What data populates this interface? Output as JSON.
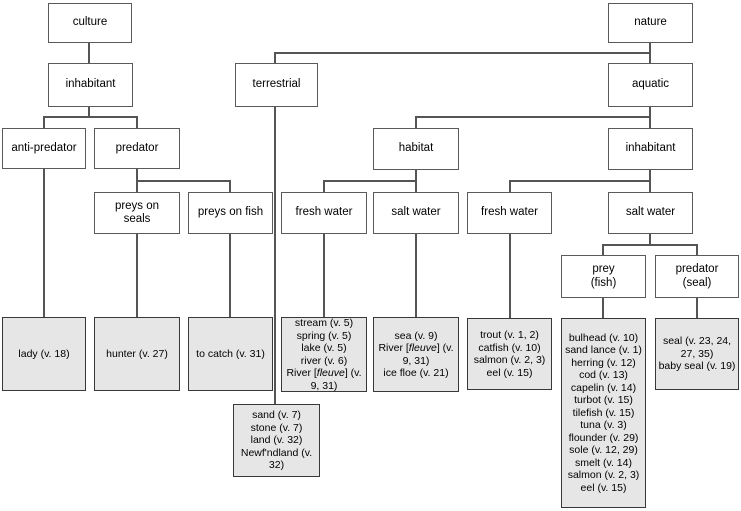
{
  "colors": {
    "background": "#ffffff",
    "node_fill": "#ffffff",
    "node_border": "#5a5a5a",
    "leaf_fill": "#e6e6e6",
    "leaf_border": "#383838",
    "line": "#555555",
    "text": "#000000"
  },
  "nodes": {
    "culture": {
      "label": "culture"
    },
    "nature": {
      "label": "nature"
    },
    "inhabitant_culture": {
      "label": "inhabitant"
    },
    "terrestrial": {
      "label": "terrestrial"
    },
    "aquatic": {
      "label": "aquatic"
    },
    "anti_predator": {
      "label": "anti-predator"
    },
    "predator": {
      "label": "predator"
    },
    "habitat": {
      "label": "habitat"
    },
    "inhabitant_aquatic": {
      "label": "inhabitant"
    },
    "preys_on_seals": {
      "label": "preys on\nseals"
    },
    "preys_on_fish": {
      "label": "preys on fish"
    },
    "fresh_water_habitat": {
      "label": "fresh water"
    },
    "salt_water_habitat": {
      "label": "salt water"
    },
    "fresh_water_inhabitant": {
      "label": "fresh water"
    },
    "salt_water_inhabitant": {
      "label": "salt water"
    },
    "prey_fish": {
      "label": "prey\n(fish)"
    },
    "predator_seal": {
      "label": "predator\n(seal)"
    }
  },
  "leaves": {
    "lady": {
      "items": [
        "lady (v. 18)"
      ]
    },
    "hunter": {
      "items": [
        "hunter (v. 27)"
      ]
    },
    "to_catch": {
      "items": [
        "to catch (v. 31)"
      ]
    },
    "terrestrial_things": {
      "items": [
        "sand (v. 7)",
        "stone (v. 7)",
        "land (v. 32)",
        "Newf'ndland (v. 32)"
      ]
    },
    "fresh_water_habitat_things": {
      "items": [
        "stream (v. 5)",
        "spring (v. 5)",
        "lake (v. 5)",
        "river (v. 6)",
        {
          "pre": "River [",
          "it": "fleuve",
          "post": "] (v. 9, 31)"
        }
      ]
    },
    "salt_water_habitat_things": {
      "items": [
        "sea (v. 9)",
        {
          "pre": "River [",
          "it": "fleuve",
          "post": "] (v. 9, 31)"
        },
        "ice floe (v. 21)"
      ]
    },
    "fresh_water_inhabitant_things": {
      "items": [
        "trout (v. 1, 2)",
        "catfish (v. 10)",
        "salmon (v. 2, 3)",
        "eel (v. 15)"
      ]
    },
    "prey_fish_things": {
      "items": [
        "bulhead (v. 10)",
        "sand lance (v. 1)",
        "herring (v. 12)",
        "cod (v. 13)",
        "capelin (v. 14)",
        "turbot (v. 15)",
        "tilefish (v. 15)",
        "tuna (v. 3)",
        "flounder (v. 29)",
        "sole (v. 12, 29)",
        "smelt (v. 14)",
        "salmon (v. 2, 3)",
        "eel (v. 15)"
      ]
    },
    "predator_seal_things": {
      "items": [
        "seal (v. 23, 24, 27, 35)",
        "baby seal (v. 19)"
      ]
    }
  },
  "edges": [
    [
      "culture",
      "inhabitant_culture"
    ],
    [
      "inhabitant_culture",
      "anti_predator"
    ],
    [
      "inhabitant_culture",
      "predator"
    ],
    [
      "anti_predator",
      "lady"
    ],
    [
      "predator",
      "preys_on_seals"
    ],
    [
      "predator",
      "preys_on_fish"
    ],
    [
      "preys_on_seals",
      "hunter"
    ],
    [
      "preys_on_fish",
      "to_catch"
    ],
    [
      "nature",
      "terrestrial"
    ],
    [
      "nature",
      "aquatic"
    ],
    [
      "terrestrial",
      "terrestrial_things"
    ],
    [
      "aquatic",
      "habitat"
    ],
    [
      "aquatic",
      "inhabitant_aquatic"
    ],
    [
      "habitat",
      "fresh_water_habitat"
    ],
    [
      "habitat",
      "salt_water_habitat"
    ],
    [
      "fresh_water_habitat",
      "fresh_water_habitat_things"
    ],
    [
      "salt_water_habitat",
      "salt_water_habitat_things"
    ],
    [
      "inhabitant_aquatic",
      "fresh_water_inhabitant"
    ],
    [
      "inhabitant_aquatic",
      "salt_water_inhabitant"
    ],
    [
      "fresh_water_inhabitant",
      "fresh_water_inhabitant_things"
    ],
    [
      "salt_water_inhabitant",
      "prey_fish"
    ],
    [
      "salt_water_inhabitant",
      "predator_seal"
    ],
    [
      "prey_fish",
      "prey_fish_things"
    ],
    [
      "predator_seal",
      "predator_seal_things"
    ]
  ]
}
